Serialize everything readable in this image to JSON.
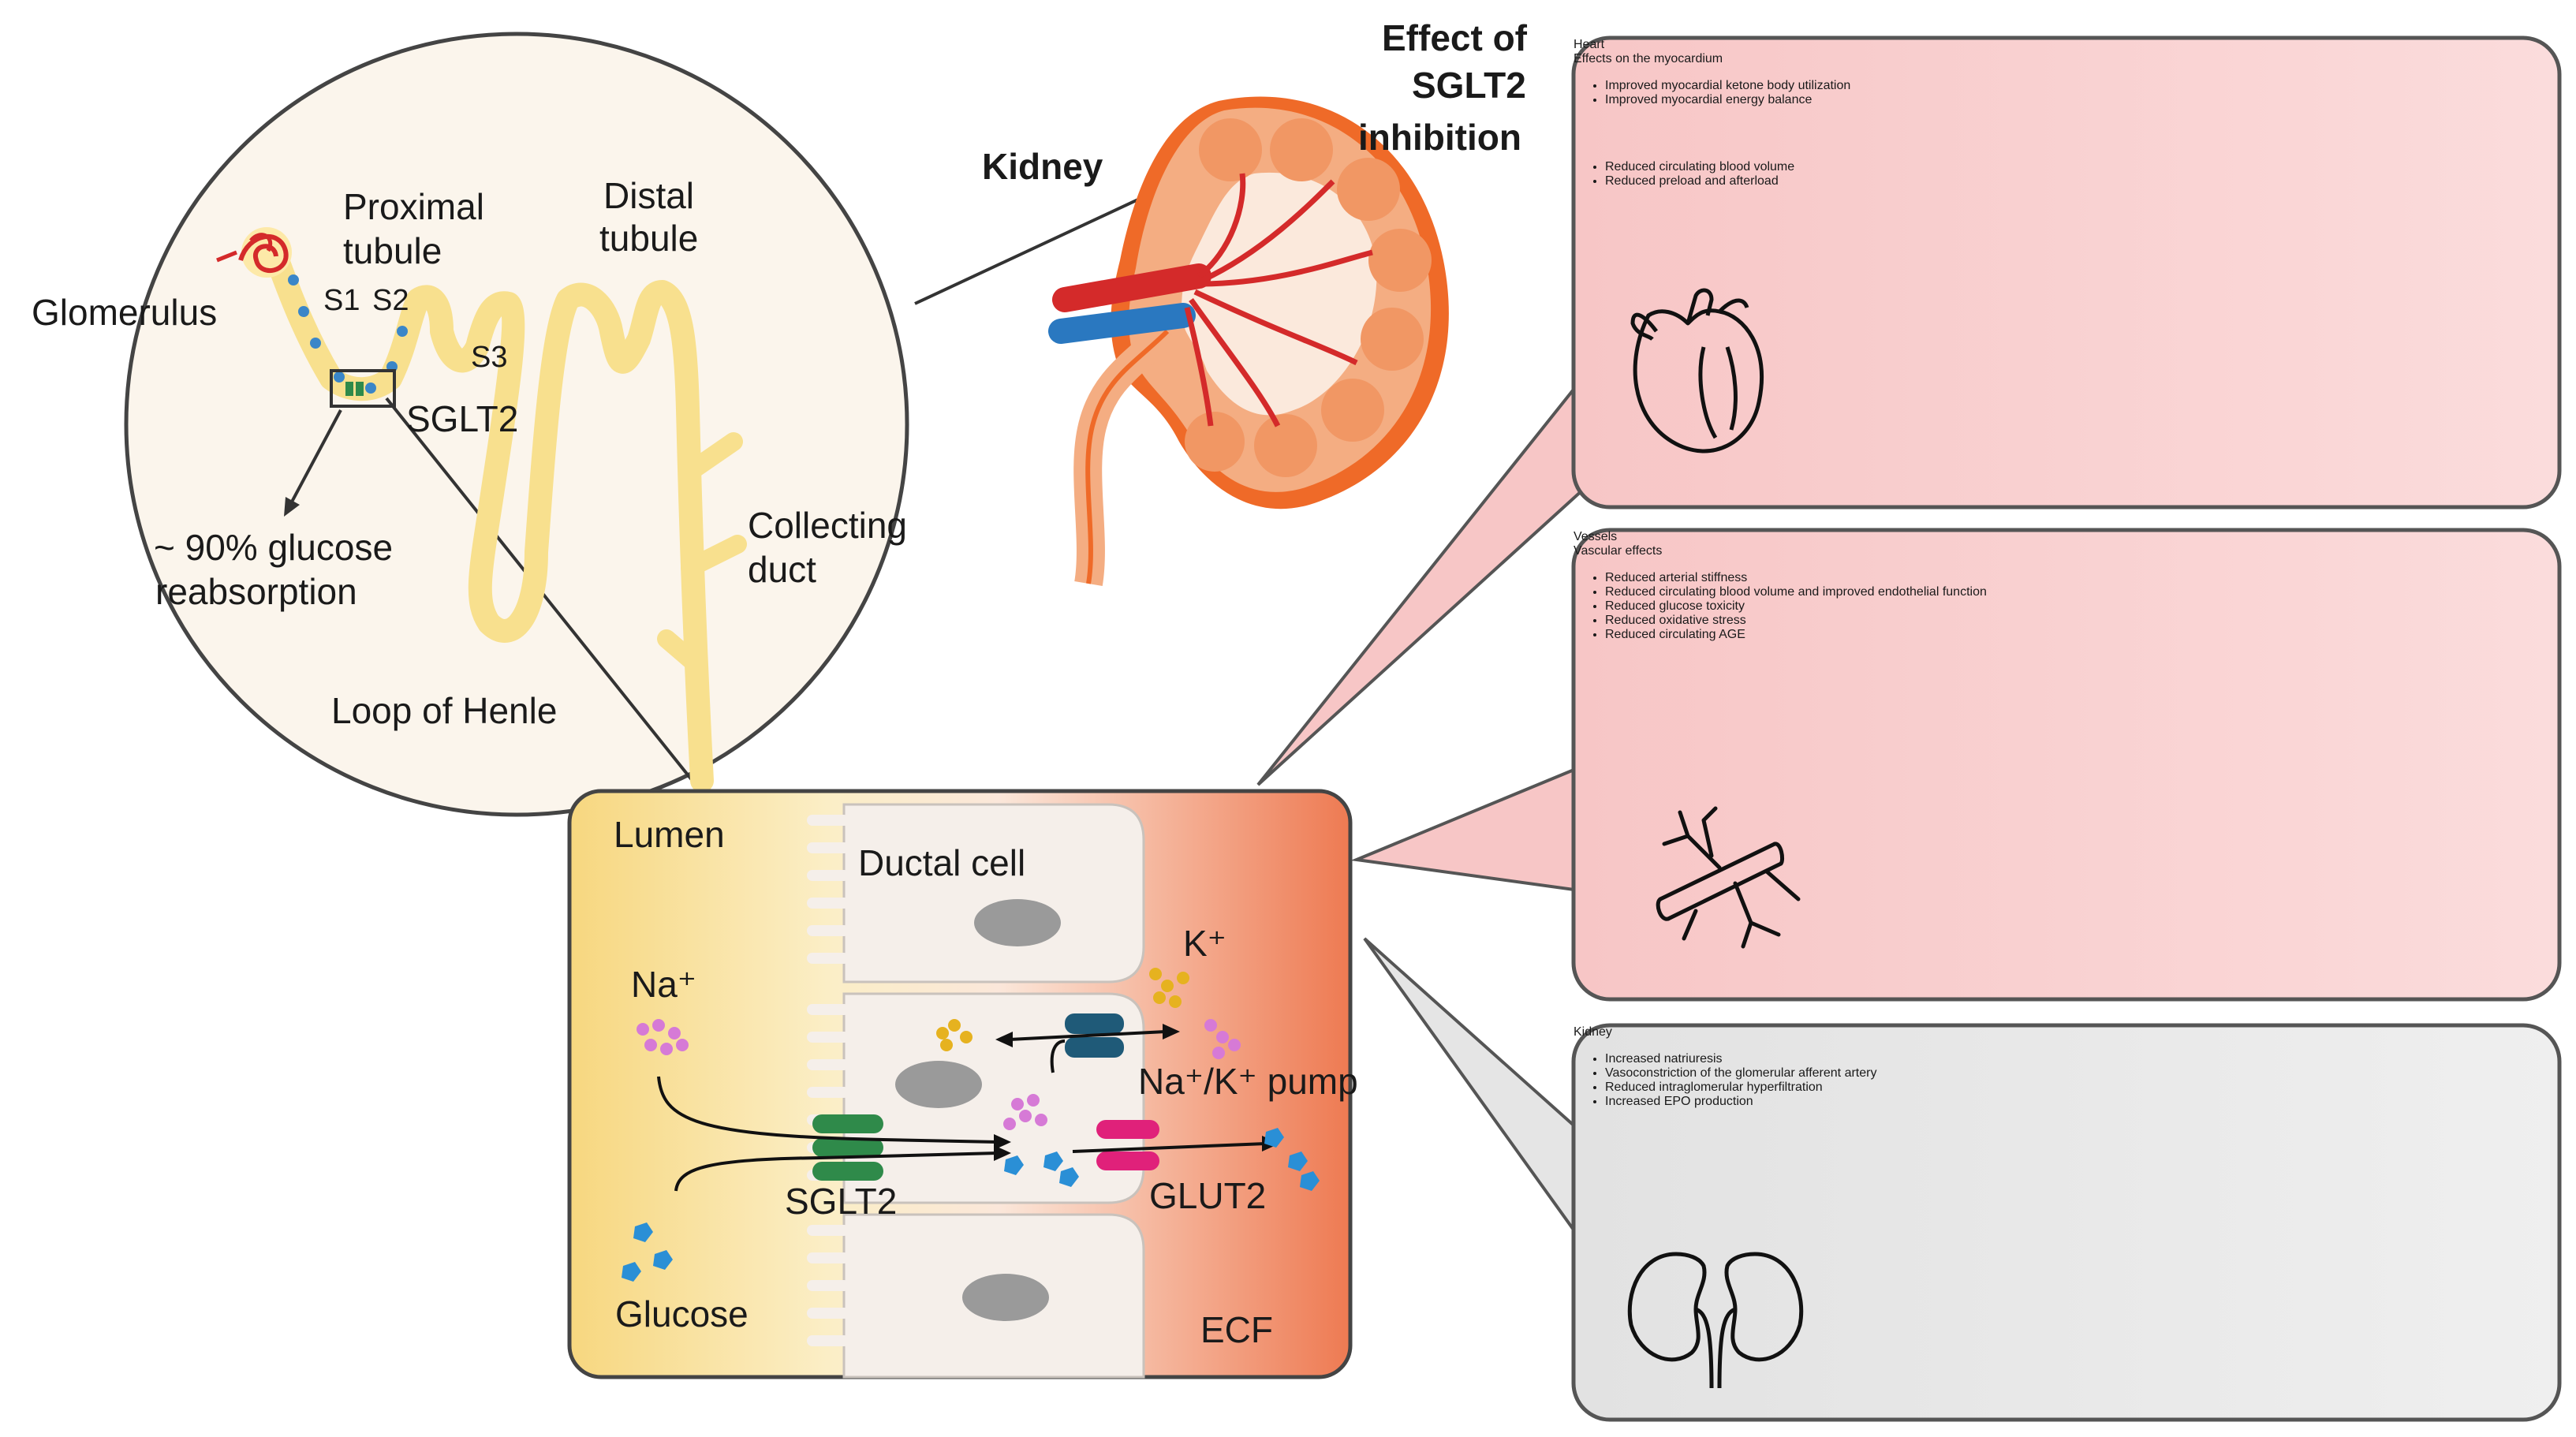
{
  "effect_title": [
    "Effect of",
    "SGLT2",
    "inhibition"
  ],
  "nephron": {
    "glomerulus": "Glomerulus",
    "proximal_tubule": [
      "Proximal",
      "tubule"
    ],
    "distal_tubule": [
      "Distal",
      "tubule"
    ],
    "s1": "S1",
    "s2": "S2",
    "s3": "S3",
    "sglt2": "SGLT2",
    "reabsorption": [
      "~ 90% glucose",
      "reabsorption"
    ],
    "collecting_duct": [
      "Collecting",
      "duct"
    ],
    "loop_of_henle": "Loop of Henle"
  },
  "kidney_label": "Kidney",
  "cell": {
    "lumen": "Lumen",
    "ductal_cell": "Ductal cell",
    "na": "Na⁺",
    "k": "K⁺",
    "pump": "Na⁺/K⁺ pump",
    "sglt2": "SGLT2",
    "glut2": "GLUT2",
    "glucose": "Glucose",
    "ecf": "ECF"
  },
  "panels": {
    "heart": {
      "title": "Heart",
      "heading": "Effects on the myocardium",
      "items": [
        "Improved myocardial ketone body utilization",
        "Improved myocardial energy balance",
        "Reduced  circulating blood volume",
        "Reduced  preload and afterload"
      ],
      "icon": "heart-icon"
    },
    "vessels": {
      "title": "Vessels",
      "heading": "Vascular effects",
      "items": [
        "Reduced  arterial stiffness",
        "Reduced circulating blood volume and improved endothelial function",
        "Reduced  glucose toxicity",
        "Reduced  oxidative stress",
        "Reduced  circulating AGE"
      ],
      "icon": "vessel-icon"
    },
    "kidney": {
      "title": "Kidney",
      "items": [
        "Increased natriuresis",
        "Vasoconstriction of the glomerular afferent artery",
        "Reduced  intraglomerular hyperfiltration",
        "Increased EPO production"
      ],
      "icon": "kidney-icon"
    }
  },
  "colors": {
    "pink_panel": "#f7c9c9",
    "gray_panel": "#e6e6e6",
    "lumen_yellow": "#f6d98a",
    "ecf_orange": "#ef8460",
    "kidney_cortex": "#f4a77c",
    "sglt2_green": "#2f8a4a",
    "glut2_pink": "#e0217a",
    "pump_teal": "#1f5a78",
    "glucose_blue": "#2a8fd6",
    "na_pink": "#d67ad6",
    "k_yellow": "#e6b21f"
  }
}
